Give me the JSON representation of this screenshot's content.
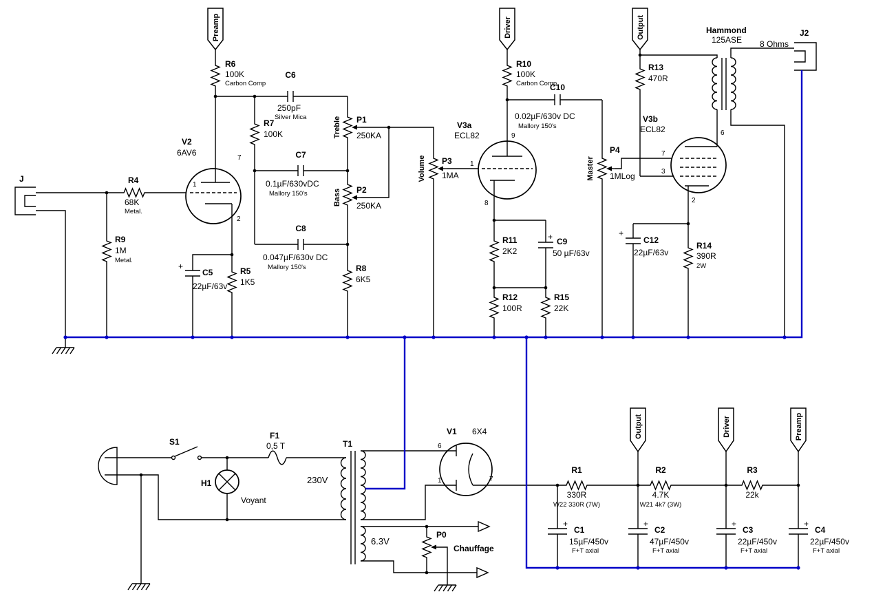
{
  "symbols": {
    "plus": "+"
  },
  "colors": {
    "wire": "#000000",
    "bus": "#0000c8"
  },
  "flags": {
    "preamp": "Preamp",
    "driver": "Driver",
    "output": "Output"
  },
  "jacks": {
    "input": "J",
    "output": "J2",
    "impedance": "8 Ohms"
  },
  "tubes": {
    "v1": {
      "ref": "V1",
      "type": "6X4",
      "pin_plate_top": "6",
      "pin_plate_bottom": "1",
      "pin_cathode": "7"
    },
    "v2": {
      "ref": "V2",
      "type": "6AV6",
      "pin_plate": "7",
      "pin_grid": "1",
      "pin_cathode": "2"
    },
    "v3a": {
      "ref": "V3a",
      "type": "ECL82",
      "pin_plate": "9",
      "pin_grid": "1",
      "pin_cathode": "8"
    },
    "v3b": {
      "ref": "V3b",
      "type": "ECL82",
      "pin_plate": "6",
      "pin_grid": "7",
      "pin_screen": "3",
      "pin_cathode": "2"
    }
  },
  "resistors": {
    "r1": {
      "ref": "R1",
      "value": "330R",
      "note": "W22 330R (7W)"
    },
    "r2": {
      "ref": "R2",
      "value": "4.7K",
      "note": "W21 4k7 (3W)"
    },
    "r3": {
      "ref": "R3",
      "value": "22k"
    },
    "r4": {
      "ref": "R4",
      "value": "68K",
      "note": "Metal."
    },
    "r5": {
      "ref": "R5",
      "value": "1K5"
    },
    "r6": {
      "ref": "R6",
      "value": "100K",
      "note": "Carbon Comp"
    },
    "r7": {
      "ref": "R7",
      "value": "100K"
    },
    "r8": {
      "ref": "R8",
      "value": "6K5"
    },
    "r9": {
      "ref": "R9",
      "value": "1M",
      "note": "Metal."
    },
    "r10": {
      "ref": "R10",
      "value": "100K",
      "note": "Carbon Comp"
    },
    "r11": {
      "ref": "R11",
      "value": "2K2"
    },
    "r12": {
      "ref": "R12",
      "value": "100R"
    },
    "r13": {
      "ref": "R13",
      "value": "470R"
    },
    "r14": {
      "ref": "R14",
      "value": "390R",
      "note": "2W"
    },
    "r15": {
      "ref": "R15",
      "value": "22K"
    }
  },
  "capacitors": {
    "c1": {
      "ref": "C1",
      "value": "15µF/450v",
      "note": "F+T axial"
    },
    "c2": {
      "ref": "C2",
      "value": "47µF/450v",
      "note": "F+T axial"
    },
    "c3": {
      "ref": "C3",
      "value": "22µF/450v",
      "note": "F+T axial"
    },
    "c4": {
      "ref": "C4",
      "value": "22µF/450v",
      "note": "F+T axial"
    },
    "c5": {
      "ref": "C5",
      "value": "22µF/63v"
    },
    "c6": {
      "ref": "C6",
      "value": "250pF",
      "note": "Silver Mica"
    },
    "c7": {
      "ref": "C7",
      "value": "0.1µF/630vDC",
      "note": "Mallory 150's"
    },
    "c8": {
      "ref": "C8",
      "value": "0.047µF/630v DC",
      "note": "Mallory 150's"
    },
    "c9": {
      "ref": "C9",
      "value": "50 µF/63v"
    },
    "c10": {
      "ref": "C10",
      "value": "0.02µF/630v DC",
      "note": "Mallory 150's"
    },
    "c12": {
      "ref": "C12",
      "value": "22µF/63v"
    }
  },
  "pots": {
    "p0": {
      "ref": "P0",
      "function": "Chauffage"
    },
    "p1": {
      "ref": "P1",
      "value": "250KA",
      "function": "Treble"
    },
    "p2": {
      "ref": "P2",
      "value": "250KA",
      "function": "Bass"
    },
    "p3": {
      "ref": "P3",
      "value": "1MA",
      "function": "Volume"
    },
    "p4": {
      "ref": "P4",
      "value": "1MLog",
      "function": "Master"
    }
  },
  "transformers": {
    "t1": {
      "ref": "T1",
      "primary": "230V",
      "heater": "6.3V"
    },
    "output": {
      "brand": "Hammond",
      "model": "125ASE"
    }
  },
  "power": {
    "switch": "S1",
    "fuse": "F1",
    "fuse_value": "0,5 T",
    "lamp": "H1",
    "lamp_label": "Voyant"
  }
}
